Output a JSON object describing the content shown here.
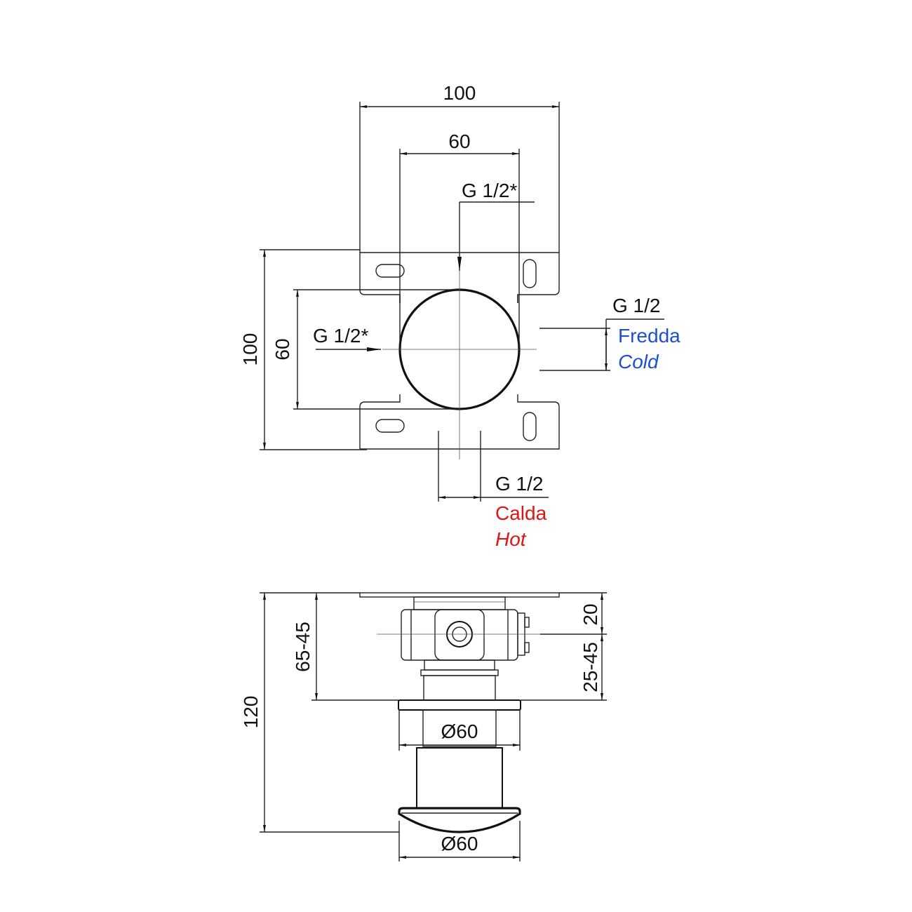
{
  "top_view": {
    "width_outer": "100",
    "width_inner": "60",
    "inlet_top": "G 1/2*",
    "height_outer": "100",
    "height_inner": "60",
    "inlet_left": "G 1/2*",
    "cold_thread": "G 1/2",
    "cold_it": "Fredda",
    "cold_en": "Cold",
    "hot_thread": "G 1/2",
    "hot_it": "Calda",
    "hot_en": "Hot"
  },
  "side_view": {
    "dim_65_45": "65-45",
    "dim_120": "120",
    "dim_20": "20",
    "dim_25_45": "25-45",
    "diam_plate": "Ø60",
    "diam_knob": "Ø60"
  },
  "colors": {
    "cold": "#1a4fd6",
    "hot": "#e01414",
    "line": "#222222"
  }
}
